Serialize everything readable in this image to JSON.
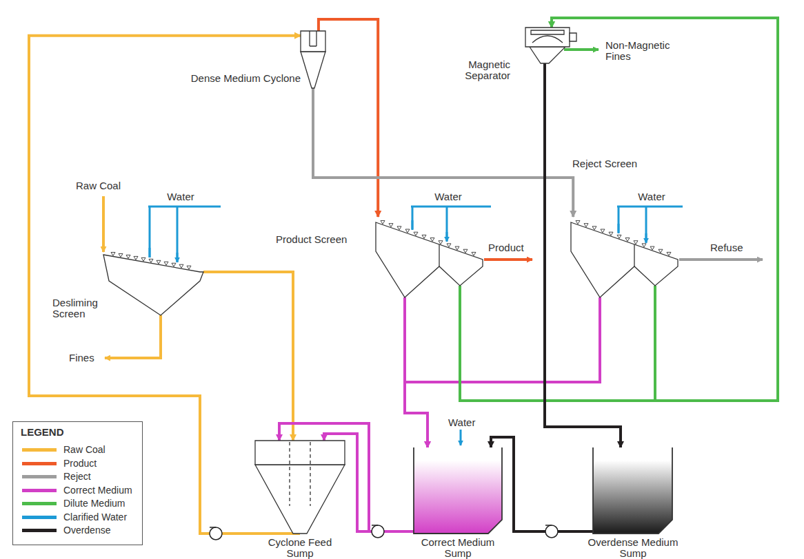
{
  "diagram": {
    "nodes": [
      {
        "text": [
          "Dense Medium Cyclone"
        ]
      },
      {
        "text": [
          "Magnetic Separator"
        ]
      },
      {
        "text": [
          "Desliming Screen"
        ]
      },
      {
        "text": [
          "Product Screen"
        ]
      },
      {
        "text": [
          "Reject Screen"
        ]
      },
      {
        "text": [
          "Cyclone Feed Sump"
        ]
      },
      {
        "text": [
          "Correct Medium Sump"
        ]
      },
      {
        "text": [
          "Overdense Medium Sump"
        ]
      }
    ],
    "edges": [
      {
        "from": 2,
        "to": 5,
        "arrow": "to"
      },
      {
        "from": 5,
        "to": 0,
        "arrow": "to"
      },
      {
        "from": 0,
        "to": 3,
        "arrow": "to"
      },
      {
        "from": 0,
        "to": 4,
        "arrow": "to"
      },
      {
        "from": 3,
        "to": 6,
        "arrow": "to"
      },
      {
        "from": 4,
        "to": 6,
        "arrow": "to"
      },
      {
        "from": 3,
        "to": 1,
        "arrow": "to"
      },
      {
        "from": 4,
        "to": 1,
        "arrow": "to"
      },
      {
        "from": 1,
        "to": 7,
        "arrow": "to"
      },
      {
        "from": 7,
        "to": 6,
        "arrow": "to"
      },
      {
        "from": 6,
        "to": 5,
        "arrow": "to"
      },
      {
        "from": 6,
        "to": 5,
        "arrow": "to"
      }
    ],
    "labels": [
      "Raw Coal",
      "Water",
      "Water",
      "Water",
      "Water",
      "Fines",
      "Product",
      "Refuse",
      "Non-Magnetic Fines",
      "LEGEND"
    ],
    "legend": [
      {
        "text": "Raw Coal",
        "color": "#f6b93b"
      },
      {
        "text": "Product",
        "color": "#ef5a28"
      },
      {
        "text": "Reject",
        "color": "#9d9d9d"
      },
      {
        "text": "Correct Medium",
        "color": "#d23fc6"
      },
      {
        "text": "Dilute Medium",
        "color": "#4cbb4a"
      },
      {
        "text": "Clarified Water",
        "color": "#1d9ad6"
      },
      {
        "text": "Overdense",
        "color": "#231f20"
      }
    ]
  }
}
